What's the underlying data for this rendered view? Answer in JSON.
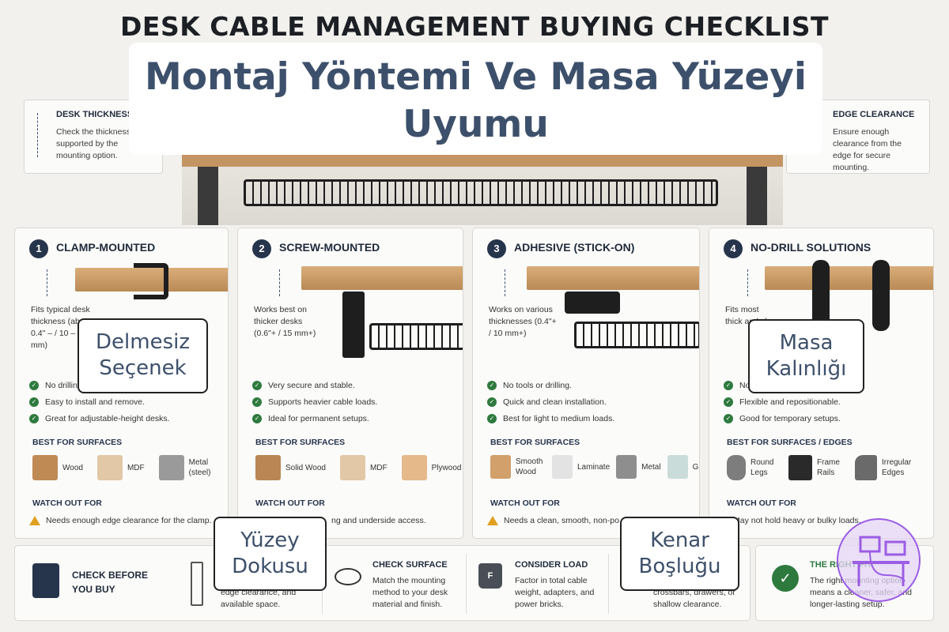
{
  "main_title": "DESK CABLE MANAGEMENT BUYING CHECKLIST",
  "overlay_title": {
    "line1": "Montaj Yöntemi Ve Masa Yüzeyi",
    "line2": "Uyumu"
  },
  "top_left": {
    "heading": "DESK THICKNESS",
    "text": "Check the thickness range supported by the mounting option."
  },
  "top_right": {
    "heading": "EDGE CLEARANCE",
    "text": "Ensure enough clearance from the edge for secure mounting."
  },
  "panels": [
    {
      "num": "1",
      "title": "CLAMP-MOUNTED",
      "note": "Fits typical desk thickness (about 0.4\" – / 10 – 55 mm)",
      "points": [
        "No drilling",
        "Easy to install and remove.",
        "Great for adjustable-height desks."
      ],
      "best_label": "BEST FOR SURFACES",
      "surfaces": [
        {
          "name": "Wood",
          "color": "#c08a55"
        },
        {
          "name": "MDF",
          "color": "#e2c8a6"
        },
        {
          "name": "Metal (steel)",
          "color": "#9a9a9a"
        }
      ],
      "watch_label": "WATCH OUT FOR",
      "warning": "Needs enough edge clearance for the clamp."
    },
    {
      "num": "2",
      "title": "SCREW-MOUNTED",
      "note": "Works best on thicker desks (0.6\"+ / 15 mm+)",
      "points": [
        "Very secure and stable.",
        "Supports heavier cable loads.",
        "Ideal for permanent setups."
      ],
      "best_label": "BEST FOR SURFACES",
      "surfaces": [
        {
          "name": "Solid Wood",
          "color": "#b98654"
        },
        {
          "name": "MDF",
          "color": "#e2c8a6"
        },
        {
          "name": "Plywood",
          "color": "#e5b98a"
        }
      ],
      "watch_label": "WATCH OUT FOR",
      "warning": "ng and underside access."
    },
    {
      "num": "3",
      "title": "ADHESIVE (STICK-ON)",
      "note": "Works on various thicknesses (0.4\"+ / 10 mm+)",
      "points": [
        "No tools or drilling.",
        "Quick and clean installation.",
        "Best for light to medium loads."
      ],
      "best_label": "BEST FOR SURFACES",
      "surfaces": [
        {
          "name": "Smooth Wood",
          "color": "#d2a06b"
        },
        {
          "name": "Laminate",
          "color": "#e3e3e3"
        },
        {
          "name": "Metal",
          "color": "#8e8e8e"
        },
        {
          "name": "Glass",
          "color": "#c9dcd9"
        }
      ],
      "watch_label": "WATCH OUT FOR",
      "warning": "Needs a clean, smooth, non-po"
    },
    {
      "num": "4",
      "title": "NO-DRILL SOLUTIONS",
      "note": "Fits most thick and sh",
      "points": [
        "No",
        "Flexible and repositionable.",
        "Good for temporary setups."
      ],
      "best_label": "BEST FOR SURFACES / EDGES",
      "surfaces": [
        {
          "name": "Round Legs",
          "color": "#7d7d7d"
        },
        {
          "name": "Frame Rails",
          "color": "#2a2a2a"
        },
        {
          "name": "Irregular Edges",
          "color": "#6a6a6a"
        }
      ],
      "watch_label": "WATCH OUT FOR",
      "warning": "May not hold heavy or bulky loads."
    }
  ],
  "bottom": {
    "check_before": "CHECK BEFORE YOU BUY",
    "measure_text": "edge clearance, and available space.",
    "check_surface": {
      "heading": "CHECK SURFACE",
      "text": "Match the mounting method to your desk material and finish."
    },
    "consider_load": {
      "heading": "CONSIDER LOAD",
      "text": "Factor in total cable weight, adapters, and power bricks."
    },
    "obstacles_text": "crossbars, drawers, or shallow clearance.",
    "right_fit": {
      "heading": "THE RIGHT FIT",
      "text": "The right mounting option means a cleaner, safer, and longer-lasting setup."
    }
  },
  "labels": {
    "delmesiz": "Delmesiz Seçenek",
    "masa": "Masa Kalınlığı",
    "yuzey": "Yüzey Dokusu",
    "kenar": "Kenar Boşluğu"
  },
  "colors": {
    "accent": "#3d506b",
    "check": "#2e7a3e",
    "warning": "#e0a020"
  }
}
